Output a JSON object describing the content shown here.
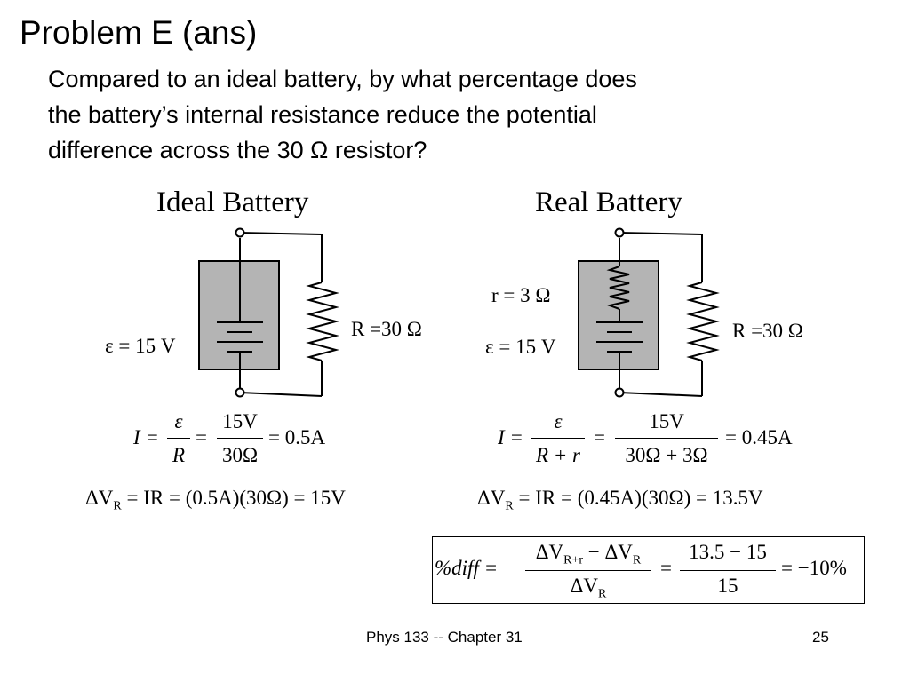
{
  "title": "Problem E (ans)",
  "question": [
    "Compared to an ideal battery, by what percentage does",
    "the battery’s internal resistance reduce the potential",
    "difference across the 30 Ω resistor?"
  ],
  "ideal": {
    "title": "Ideal Battery",
    "emf_label": "ε = 15 V",
    "r_label": "R =30 Ω",
    "eq1": {
      "lhs": "I =",
      "f1_num": "ε",
      "f1_den": "R",
      "f2_num": "15V",
      "f2_den": "30Ω",
      "result": "= 0.5A"
    },
    "eq2": {
      "text": "ΔV",
      "sub": "R",
      "rest": " = IR = (0.5A)(30Ω) = 15V"
    }
  },
  "real": {
    "title": "Real Battery",
    "r_internal_label": "r = 3 Ω",
    "emf_label": "ε = 15 V",
    "r_label": "R =30 Ω",
    "eq1": {
      "lhs": "I =",
      "f1_num": "ε",
      "f1_den": "R + r",
      "f2_num": "15V",
      "f2_den": "30Ω + 3Ω",
      "result": "= 0.45A"
    },
    "eq2": {
      "text": "ΔV",
      "sub": "R",
      "rest": " = IR = (0.45A)(30Ω) = 13.5V"
    }
  },
  "diff": {
    "lhs": "%diff =",
    "f1_num_a": "ΔV",
    "f1_num_a_sub": "R+r",
    "f1_num_b": " − ΔV",
    "f1_num_b_sub": "R",
    "f1_den": "ΔV",
    "f1_den_sub": "R",
    "eq": "=",
    "f2_num": "13.5 − 15",
    "f2_den": "15",
    "result": "= −10%"
  },
  "footer": {
    "course": "Phys 133 -- Chapter 31",
    "page": "25"
  }
}
